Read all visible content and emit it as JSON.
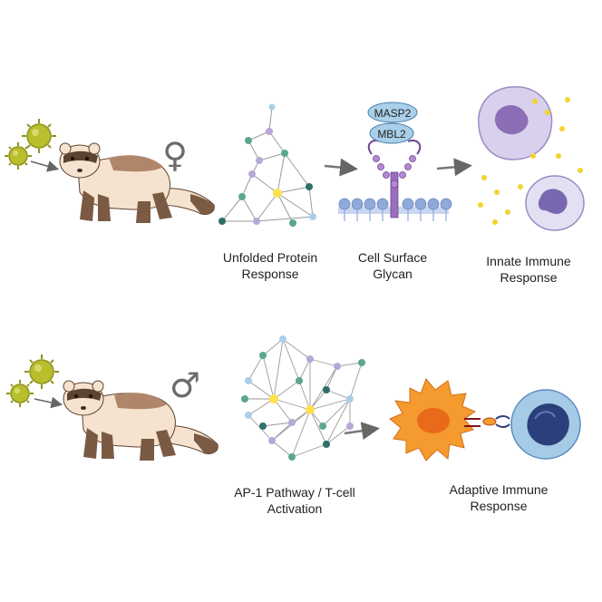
{
  "female_panel": {
    "sex_symbol": "♀",
    "unfolded_protein": {
      "line1": "Unfolded Protein",
      "line2": "Response"
    },
    "glycan": {
      "line1": "Cell Surface",
      "line2": "Glycan",
      "masp2": "MASP2",
      "mbl2": "MBL2"
    },
    "innate": {
      "line1": "Innate Immune",
      "line2": "Response"
    }
  },
  "male_panel": {
    "sex_symbol": "♂",
    "ap1": {
      "line1": "AP-1 Pathway / T-cell",
      "line2": "Activation"
    },
    "adaptive": {
      "line1": "Adaptive Immune",
      "line2": "Response"
    }
  },
  "colors": {
    "virus": "#b8be2c",
    "fur_light": "#f6e3cf",
    "fur_dark": "#7b5a43",
    "network_line": "#9a9a9a",
    "node_green": "#5aa88a",
    "node_purple": "#b8a8d8",
    "node_blue": "#a9cfe9",
    "node_yellow": "#ffe14a",
    "node_teal": "#2f6f6a",
    "arrow": "#777777",
    "membrane": "#8fa9da",
    "innate_cell": "#d8d0ec",
    "dendritic_cell": "#f49a2e",
    "t_cell": "#a5cbe6",
    "t_cell_nucleus": "#2b3f7a"
  }
}
